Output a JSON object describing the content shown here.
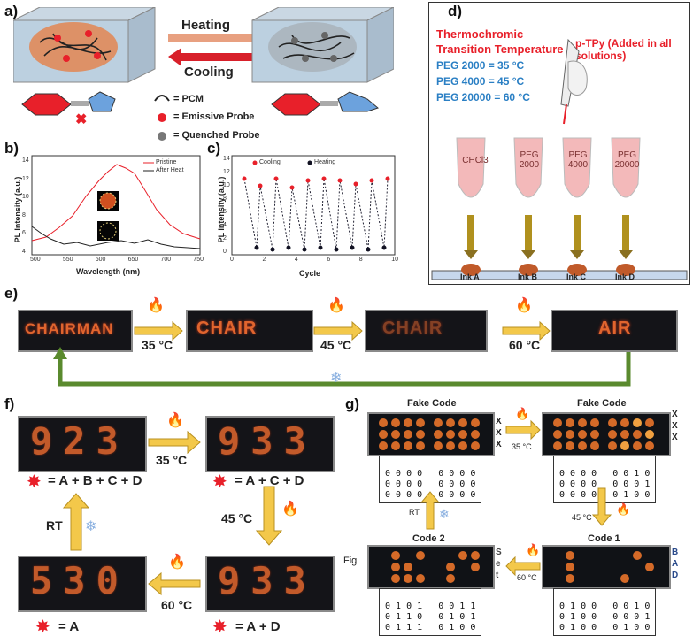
{
  "panel_a": {
    "label": "a)",
    "heating": "Heating",
    "cooling": "Cooling",
    "legend": [
      "= PCM",
      "= Emissive Probe",
      "= Quenched Probe"
    ]
  },
  "panel_b": {
    "label": "b)",
    "ylabel": "PL Intensity (a.u.)",
    "xlabel": "Wavelength (nm)",
    "legend": [
      "Pristine",
      "After Heat"
    ],
    "xticks": [
      "500",
      "550",
      "600",
      "650",
      "700",
      "750"
    ],
    "yticks": [
      "4",
      "6",
      "8",
      "10",
      "12",
      "14"
    ]
  },
  "panel_c": {
    "label": "c)",
    "ylabel": "PL Intensity (a.u.)",
    "xlabel": "Cycle",
    "legend": [
      "Cooling",
      "Heating"
    ],
    "xticks": [
      "0",
      "2",
      "4",
      "6",
      "8",
      "10"
    ],
    "yticks": [
      "0",
      "2",
      "4",
      "6",
      "8",
      "10",
      "12",
      "14"
    ]
  },
  "panel_d": {
    "label": "d)",
    "title_line1": "Thermochromic",
    "title_line2": "Transition Temperature",
    "probe": "p-TPy (Added in all solutions)",
    "peg_lines": [
      "PEG 2000 = 35 °C",
      "PEG 4000 = 45 °C",
      "PEG 20000 = 60 °C"
    ],
    "tubes": [
      "CHCl3",
      "PEG 2000",
      "PEG 4000",
      "PEG 20000"
    ],
    "inks": [
      "Ink A",
      "Ink B",
      "Ink C",
      "Ink D"
    ]
  },
  "panel_e": {
    "label": "e)",
    "words": [
      "CHAIRMAN",
      "CHAIR",
      "CHAIR",
      "AIR"
    ],
    "temps": [
      "35 °C",
      "45 °C",
      "60 °C"
    ]
  },
  "panel_f": {
    "label": "f)",
    "digits": [
      "923",
      "933",
      "530",
      "933"
    ],
    "formulas": [
      "= A + B + C + D",
      "= A + C + D",
      "= A",
      "= A + D"
    ],
    "temps": [
      "35 °C",
      "45 °C",
      "60 °C"
    ],
    "rt": "RT"
  },
  "panel_g": {
    "label": "g)",
    "fake_code": "Fake Code",
    "code1": "Code 1",
    "code2": "Code 2",
    "fig": "Fig",
    "xxx": [
      "X",
      "X",
      "X"
    ],
    "bad": [
      "B",
      "A",
      "D"
    ],
    "set": [
      "S",
      "e",
      "t"
    ],
    "temps": [
      "35 °C",
      "45 °C",
      "60 °C"
    ],
    "rt": "RT",
    "grid_fake1": [
      "0 0 0 0   0 0 0 0",
      "0 0 0 0   0 0 0 0",
      "0 0 0 0   0 0 0 0"
    ],
    "grid_fake2": [
      "0 0 0 0   0 0 1 0",
      "0 0 0 0   0 0 0 1",
      "0 0 0 0   0 1 0 0"
    ],
    "grid_code1": [
      "0 1 0 0   0 0 1 0",
      "0 1 0 0   0 0 0 1",
      "0 1 0 0   0 1 0 0"
    ],
    "grid_code2": [
      "0 1 0 1   0 0 1 1",
      "0 1 1 0   0 1 0 1",
      "0 1 1 1   0 1 0 0"
    ]
  },
  "colors": {
    "accent_red": "#e8202a",
    "peg_blue": "#2a7fc4",
    "arrow_yellow": "#f3c84a",
    "loop_green": "#5a8a2e"
  }
}
